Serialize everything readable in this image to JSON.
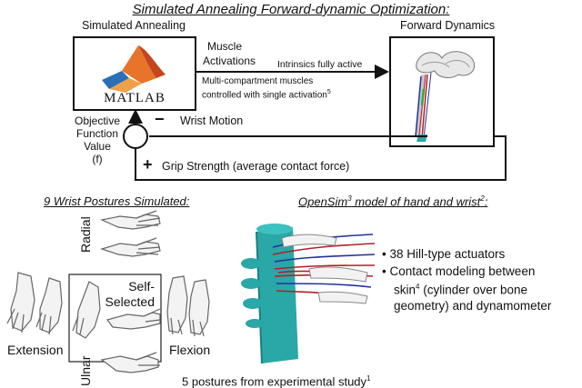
{
  "title": "Simulated Annealing Forward-dynamic Optimization:",
  "sa_label": "Simulated Annealing",
  "fd_label": "Forward Dynamics",
  "matlab_word": "MATLAB",
  "muscle_act": [
    "Muscle",
    "Activations"
  ],
  "intrinsics": "Intrinsics fully active",
  "multi_comp": [
    "Multi-compartment muscles",
    "controlled with single activation"
  ],
  "multi_comp_sup": "5",
  "objective": [
    "Objective",
    "Function",
    "Value",
    "(f)"
  ],
  "wrist_motion": "Wrist Motion",
  "minus": "−",
  "grip": "Grip Strength (average contact force)",
  "plus": "+",
  "postures_title": "9 Wrist Postures Simulated:",
  "opensim_title": {
    "a": "OpenSim",
    "a_sup": "3",
    "b": " model of hand and wrist",
    "b_sup": "2",
    "c": ":"
  },
  "radial": "Radial",
  "ulnar": "Ulnar",
  "self_selected": [
    "Self-",
    "Selected"
  ],
  "extension": "Extension",
  "flexion": "Flexion",
  "bullet1": "38 Hill-type actuators",
  "bullet2": {
    "l1": "Contact modeling between",
    "l2a": "skin",
    "l2_sup": "4",
    "l2b": " (cylinder over bone",
    "l3": "geometry) and dynamometer"
  },
  "bottom_note": {
    "text": "5 postures from experimental study",
    "sup": "1"
  },
  "colors": {
    "matlab_orange": "#e8742a",
    "matlab_blue": "#2a6fb8",
    "cylinder": "#2aa7a7",
    "muscle_red": "#b3202a",
    "muscle_blue": "#22339e",
    "green": "#33aa33"
  }
}
